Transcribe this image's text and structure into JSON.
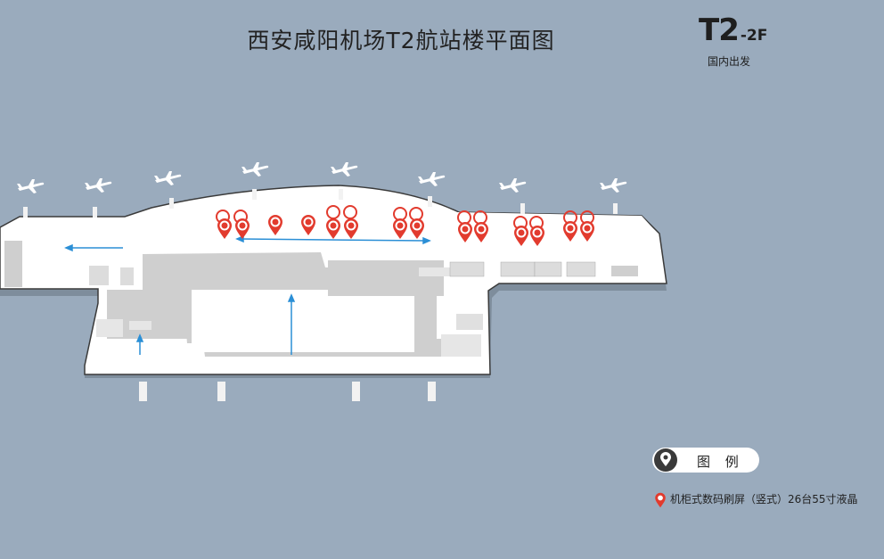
{
  "title": "西安咸阳机场T2航站楼平面图",
  "floor": {
    "terminal": "T2",
    "level": "-2F",
    "subtitle": "国内出发"
  },
  "legend": {
    "header": "图 例",
    "items": [
      {
        "label": "机柜式数码刷屏（竖式）26台55寸液晶",
        "icon": "map-pin-icon",
        "color": "#e23b2e"
      }
    ]
  },
  "colors": {
    "background": "#9aabbd",
    "floor": "#ffffff",
    "core": "#cfcfcf",
    "pin": "#e23b2e",
    "arrow": "#2b8fd6",
    "plane": "#ffffff"
  }
}
